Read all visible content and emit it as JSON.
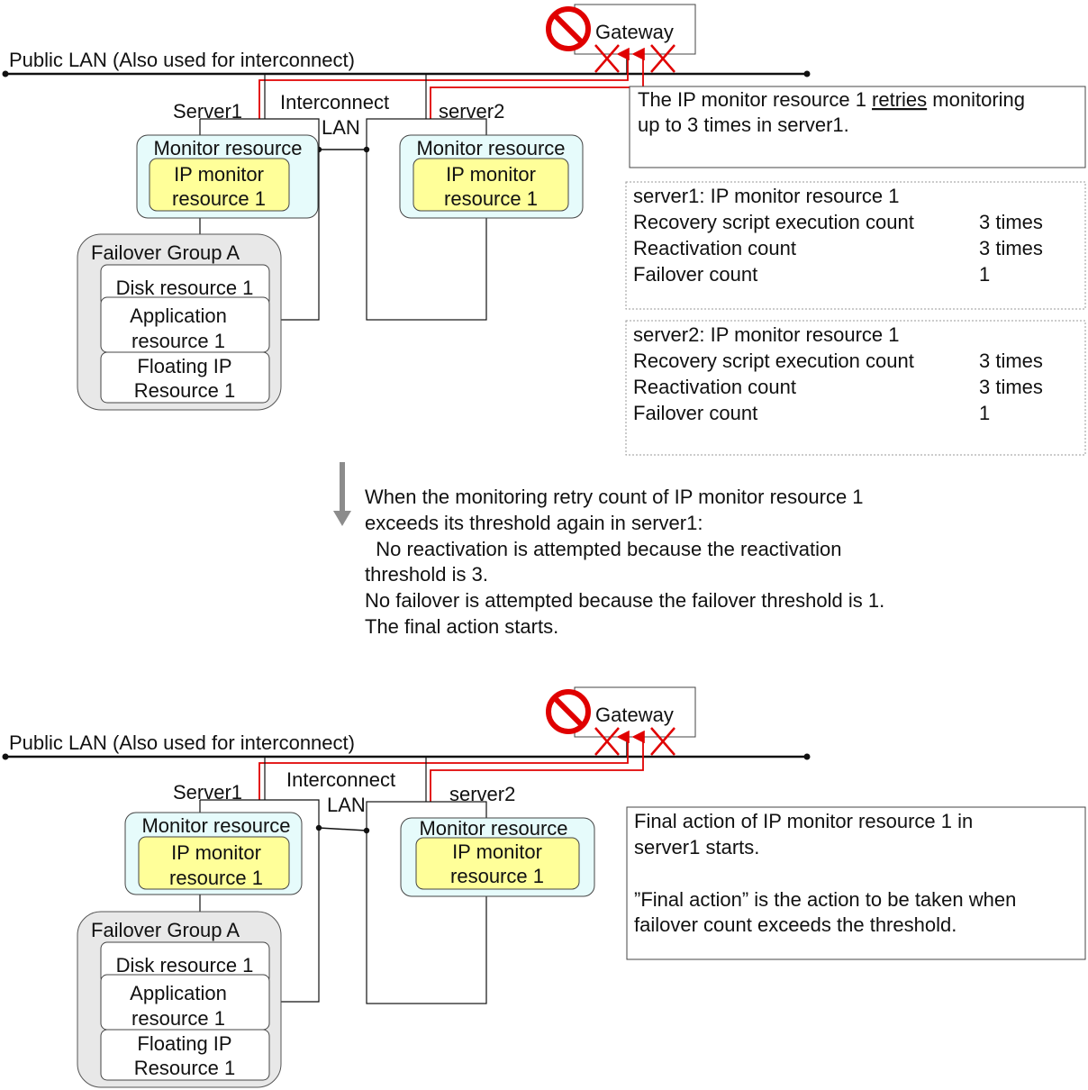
{
  "top": {
    "lan_label": "Public LAN (Also used for interconnect)",
    "gateway": "Gateway",
    "interconnect_1": "Interconnect",
    "interconnect_2": "LAN",
    "server1": "Server1",
    "server2": "server2",
    "monitor_resource_s1": "Monitor resource",
    "ip_monitor_s1_1": "IP monitor",
    "ip_monitor_s1_2": "resource 1",
    "monitor_resource_s2": "Monitor resource",
    "ip_monitor_s2_1": "IP monitor",
    "ip_monitor_s2_2": "resource 1",
    "failover_group": "Failover Group A",
    "disk_resource": "Disk resource 1",
    "app_resource_1": "Application",
    "app_resource_2": "resource 1",
    "fip_resource_1": "Floating IP",
    "fip_resource_2": "Resource 1",
    "note_line1_pre": "The IP monitor resource 1 ",
    "note_line1_u": "retries",
    "note_line1_post": " monitoring",
    "note_line2": "up to 3 times in server1.",
    "s1_counts": {
      "title": "server1: IP monitor resource 1",
      "rows": [
        {
          "label": "Recovery script execution count",
          "value": "3 times"
        },
        {
          "label": "Reactivation count",
          "value": "3 times"
        },
        {
          "label": "Failover count",
          "value": "1"
        }
      ]
    },
    "s2_counts": {
      "title": "server2: IP monitor resource 1",
      "rows": [
        {
          "label": "Recovery script execution count",
          "value": "3 times"
        },
        {
          "label": "Reactivation count",
          "value": "3 times"
        },
        {
          "label": "Failover count",
          "value": "1"
        }
      ]
    }
  },
  "middle": {
    "lines": [
      "When the monitoring retry count of IP monitor resource 1",
      "exceeds its threshold again in server1:",
      "  No reactivation is attempted because the reactivation",
      "threshold is 3.",
      "No failover is attempted because the failover threshold is 1.",
      "The final action starts."
    ]
  },
  "bottom": {
    "lan_label": "Public LAN (Also used for interconnect)",
    "gateway": "Gateway",
    "interconnect_1": "Interconnect",
    "interconnect_2": "LAN",
    "server1": "Server1",
    "server2": "server2",
    "monitor_resource_s1": "Monitor resource",
    "ip_monitor_s1_1": "IP monitor",
    "ip_monitor_s1_2": "resource 1",
    "monitor_resource_s2": "Monitor resource",
    "ip_monitor_s2_1": "IP monitor",
    "ip_monitor_s2_2": "resource 1",
    "failover_group": "Failover Group A",
    "disk_resource": "Disk resource 1",
    "app_resource_1": "Application",
    "app_resource_2": "resource 1",
    "fip_resource_1": "Floating IP",
    "fip_resource_2": "Resource 1",
    "note_lines": [
      "Final action of IP monitor resource 1 in",
      "server1 starts.",
      "",
      "”Final action” is the action to be taken when",
      "failover count exceeds the threshold."
    ]
  },
  "colors": {
    "red": "#e00000",
    "monitor_bg": "#e6fbfb",
    "ip_bg": "#ffff99",
    "group_bg": "#e8e8e8",
    "arrow": "#8c8c8c"
  }
}
